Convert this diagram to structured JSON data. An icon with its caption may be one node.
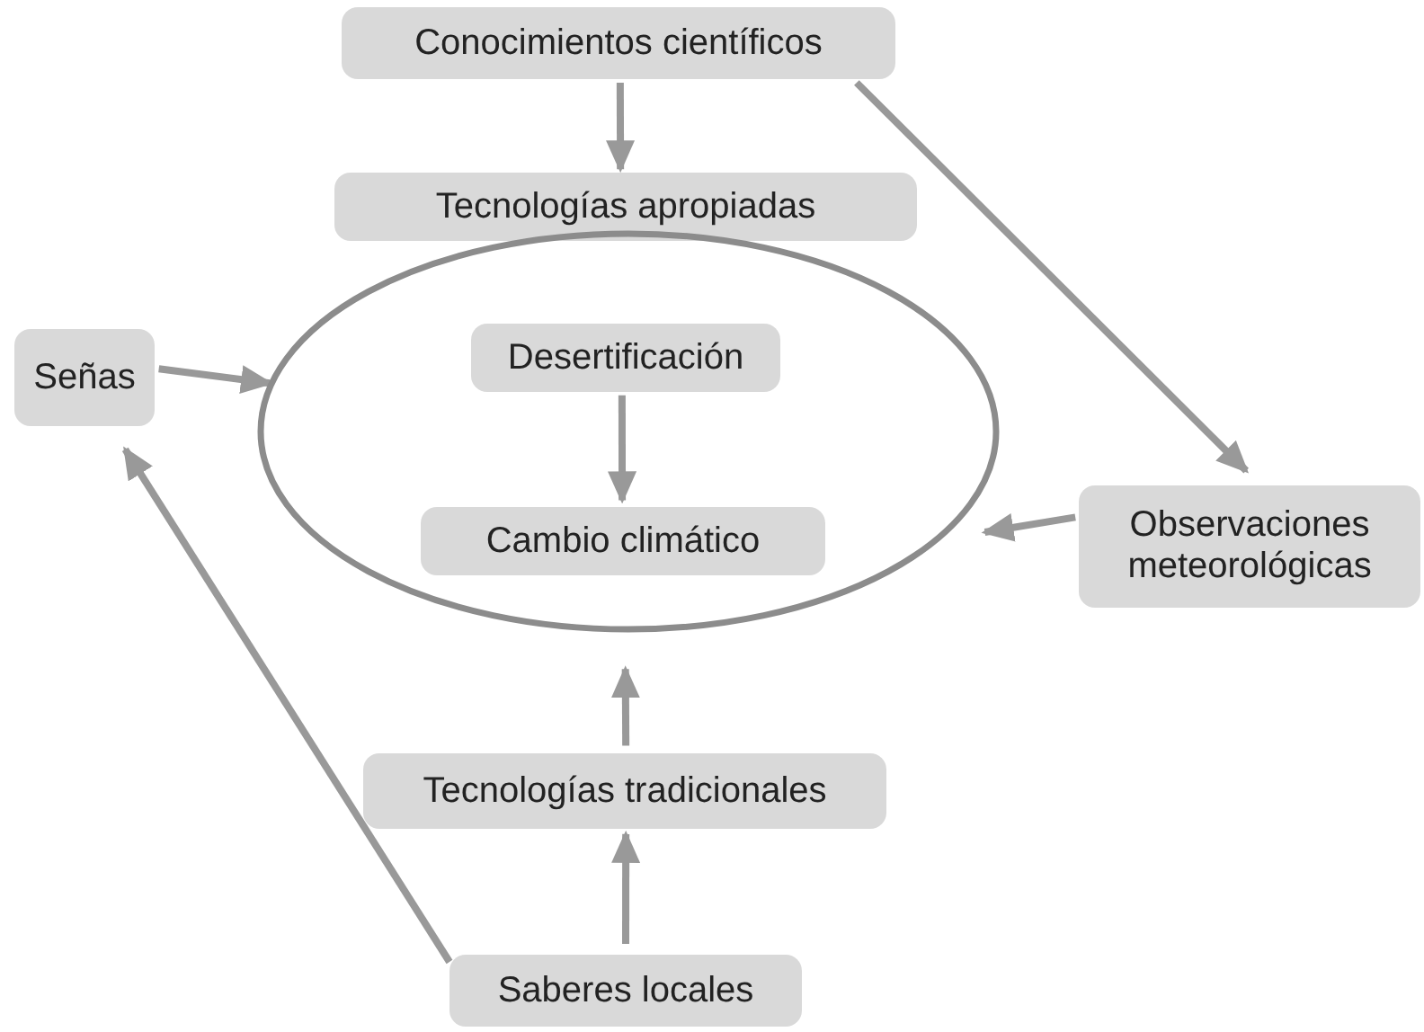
{
  "diagram": {
    "nodes": [
      {
        "text": [
          "Conocimientos científicos"
        ]
      },
      {
        "text": [
          "Tecnologías apropiadas"
        ]
      },
      {
        "text": [
          "Señas"
        ]
      },
      {
        "text": [],
        "shape": "ellipse"
      },
      {
        "text": [
          "Desertificación"
        ],
        "in": 3
      },
      {
        "text": [
          "Cambio climático"
        ],
        "in": 3
      },
      {
        "text": [
          "Observaciones meteorológicas"
        ]
      },
      {
        "text": [
          "Tecnologías tradicionales"
        ]
      },
      {
        "text": [
          "Saberes locales"
        ]
      }
    ],
    "edges": [
      {
        "from": 0,
        "to": 1,
        "arrow": "to"
      },
      {
        "from": 0,
        "to": 6,
        "arrow": "to"
      },
      {
        "from": 2,
        "to": 3,
        "arrow": "to"
      },
      {
        "from": 4,
        "to": 5,
        "arrow": "to"
      },
      {
        "from": 6,
        "to": 3,
        "arrow": "to"
      },
      {
        "from": 7,
        "to": 3,
        "arrow": "to"
      },
      {
        "from": 8,
        "to": 7,
        "arrow": "to"
      },
      {
        "from": 8,
        "to": 2,
        "arrow": "to"
      }
    ]
  }
}
